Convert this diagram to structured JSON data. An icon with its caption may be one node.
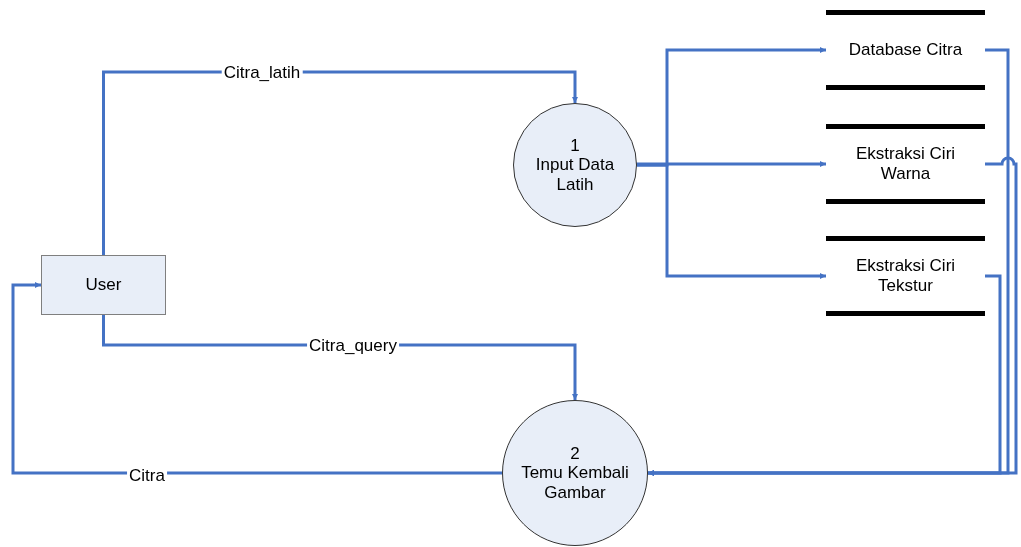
{
  "diagram": {
    "nodes": [
      {
        "text": [
          "User"
        ]
      },
      {
        "text": [
          "1",
          "Input Data Latih"
        ]
      },
      {
        "text": [
          "2",
          "Temu Kembali Gambar"
        ]
      },
      {
        "text": [
          "Database Citra"
        ]
      },
      {
        "text": [
          "Ekstraksi Ciri Warna"
        ]
      },
      {
        "text": [
          "Ekstraksi Ciri Tekstur"
        ]
      }
    ],
    "edges": [
      {
        "from": 0,
        "to": 1,
        "arrow": "to",
        "label": "Citra_latih"
      },
      {
        "from": 0,
        "to": 2,
        "arrow": "to",
        "label": "Citra_query"
      },
      {
        "from": 2,
        "to": 0,
        "arrow": "to",
        "label": "Citra"
      },
      {
        "from": 1,
        "to": 3,
        "arrow": "to"
      },
      {
        "from": 1,
        "to": 4,
        "arrow": "to"
      },
      {
        "from": 1,
        "to": 5,
        "arrow": "to"
      },
      {
        "from": 3,
        "to": 2,
        "arrow": "to"
      },
      {
        "from": 4,
        "to": 2,
        "arrow": "to"
      },
      {
        "from": 5,
        "to": 2,
        "arrow": "to"
      }
    ]
  }
}
